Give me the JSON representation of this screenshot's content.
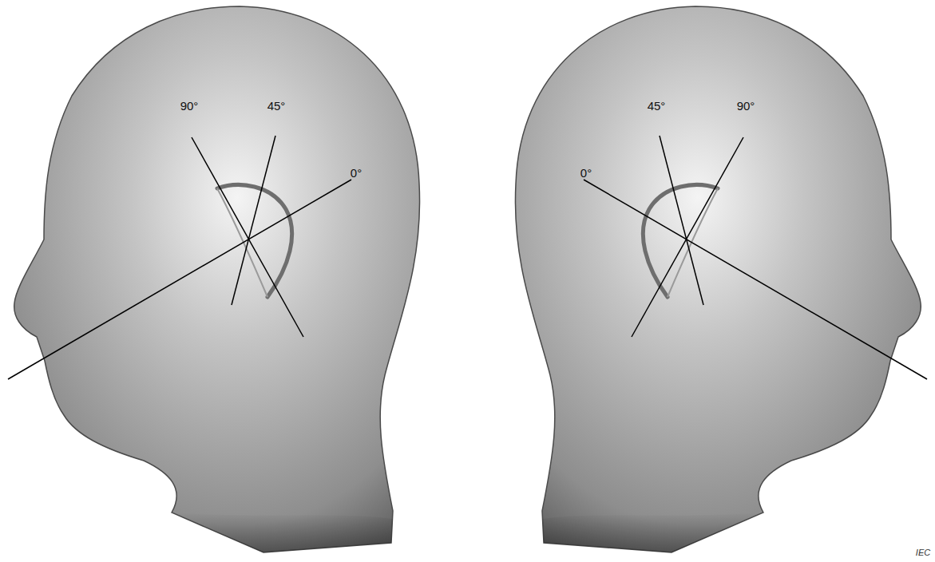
{
  "diagram": {
    "labels": [
      "90°",
      "45°",
      "0°",
      "45°",
      "90°",
      "0°",
      "IEC"
    ]
  }
}
